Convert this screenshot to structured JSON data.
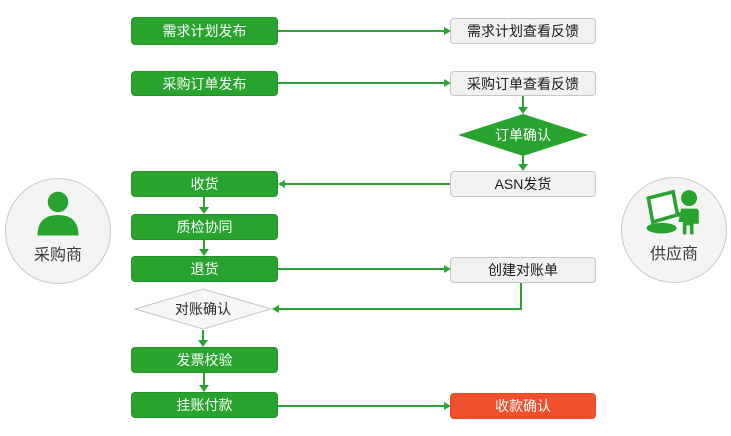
{
  "diagram": {
    "title": "purchase-supplier-collaboration-flow",
    "actors": {
      "buyer": {
        "label": "采购商"
      },
      "supplier": {
        "label": "供应商"
      }
    },
    "nodes": {
      "demand_publish": {
        "label": "需求计划发布",
        "type": "process-green"
      },
      "demand_feedback": {
        "label": "需求计划查看反馈",
        "type": "process-gray"
      },
      "po_publish": {
        "label": "采购订单发布",
        "type": "process-green"
      },
      "po_feedback": {
        "label": "采购订单查看反馈",
        "type": "process-gray"
      },
      "order_confirm": {
        "label": "订单确认",
        "type": "decision-green"
      },
      "asn_ship": {
        "label": "ASN发货",
        "type": "process-gray"
      },
      "receive": {
        "label": "收货",
        "type": "process-green"
      },
      "qc": {
        "label": "质检协同",
        "type": "process-green"
      },
      "return_goods": {
        "label": "退货",
        "type": "process-green"
      },
      "create_statement": {
        "label": "创建对账单",
        "type": "process-gray"
      },
      "recon_confirm": {
        "label": "对账确认",
        "type": "decision-gray"
      },
      "invoice_check": {
        "label": "发票校验",
        "type": "process-green"
      },
      "payment": {
        "label": "挂账付款",
        "type": "process-green"
      },
      "receipt_confirm": {
        "label": "收款确认",
        "type": "process-red"
      }
    },
    "colors": {
      "green": "#28a32e",
      "line_green": "#2ba334",
      "red": "#f1502d",
      "gray_fill": "#f1f1f1",
      "gray_border": "#c6c6c6"
    }
  }
}
